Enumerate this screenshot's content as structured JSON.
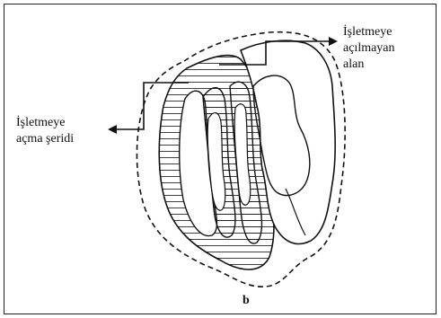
{
  "figure": {
    "label_left_line1": "İşletmeye",
    "label_left_line2": "açma şeridi",
    "label_right_line1": "İşletmeye",
    "label_right_line2": "açılmayan",
    "label_right_line3": "alan",
    "caption": "b"
  }
}
